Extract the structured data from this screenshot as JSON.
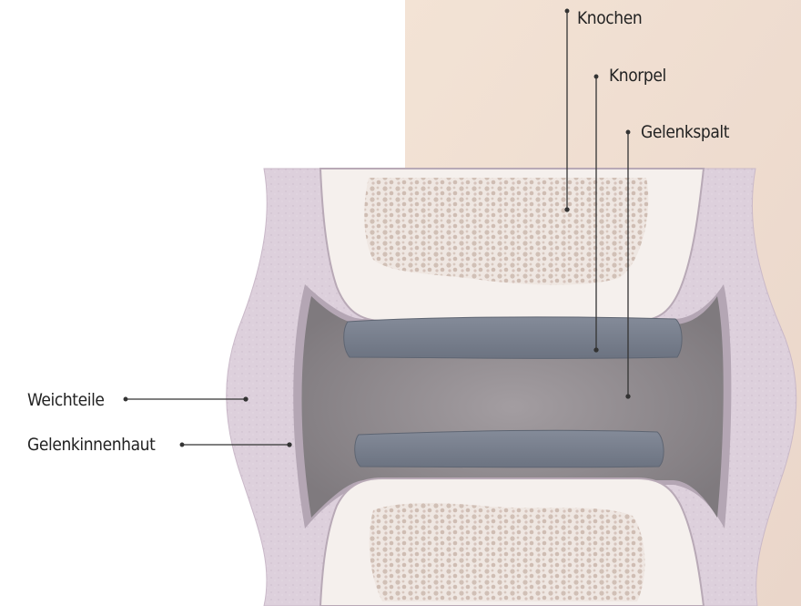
{
  "labels": {
    "knochen": "Knochen",
    "knorpel": "Knorpel",
    "gelenkspalt": "Gelenkspalt",
    "weichteile": "Weichteile",
    "gelenkinnenhaut": "Gelenkinnenhaut"
  },
  "colors": {
    "background_panel": "#f2e2d4",
    "soft_tissue": "#ddd1dd",
    "synovium": "#b8aab8",
    "joint_space": "#8f8a8e",
    "bone": "#f6f1ee",
    "spongy_bone": "#d6c6bd",
    "cartilage": "#78808e",
    "leader_line": "#333333"
  }
}
